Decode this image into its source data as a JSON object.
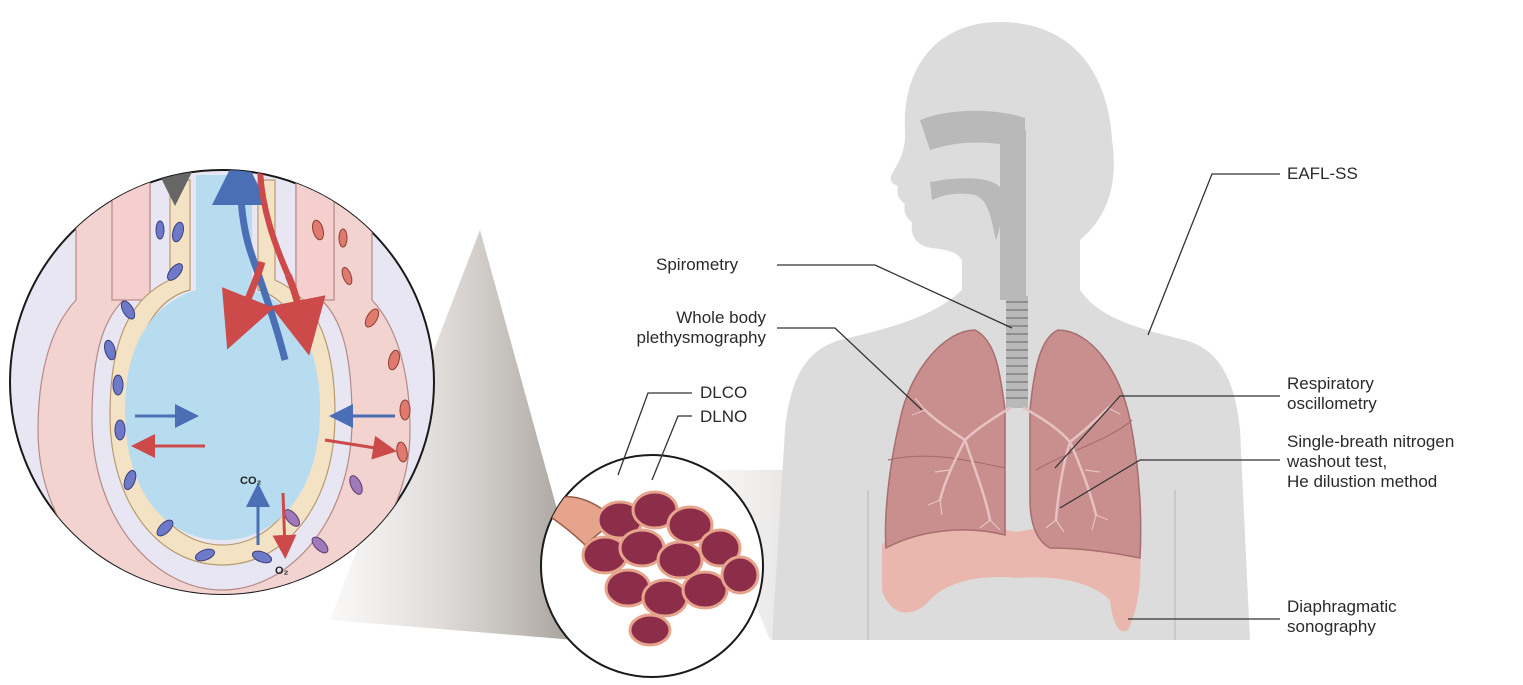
{
  "labels": {
    "spirometry": "Spirometry",
    "whole_body_1": "Whole body",
    "whole_body_2": "plethysmography",
    "dlco": "DLCO",
    "dlno": "DLNO",
    "eafl": "EAFL-SS",
    "resp_osc_1": "Respiratory",
    "resp_osc_2": "oscillometry",
    "sbn_1": "Single-breath nitrogen",
    "sbn_2": "washout test,",
    "sbn_3": "He dilustion method",
    "diaphragm_1": "Diaphragmatic",
    "diaphragm_2": "sonography"
  },
  "gas_labels": {
    "co2": "CO₂",
    "o2": "O₂"
  },
  "colors": {
    "body": "#dcdcdc",
    "airway": "#b9b9b9",
    "lung": "#c98f8f",
    "alveolus_air": "#b8dcef",
    "deoxygenated_arrow": "#4a6fb5",
    "oxygenated_arrow": "#cc4a4a",
    "leader_line": "#333333"
  }
}
